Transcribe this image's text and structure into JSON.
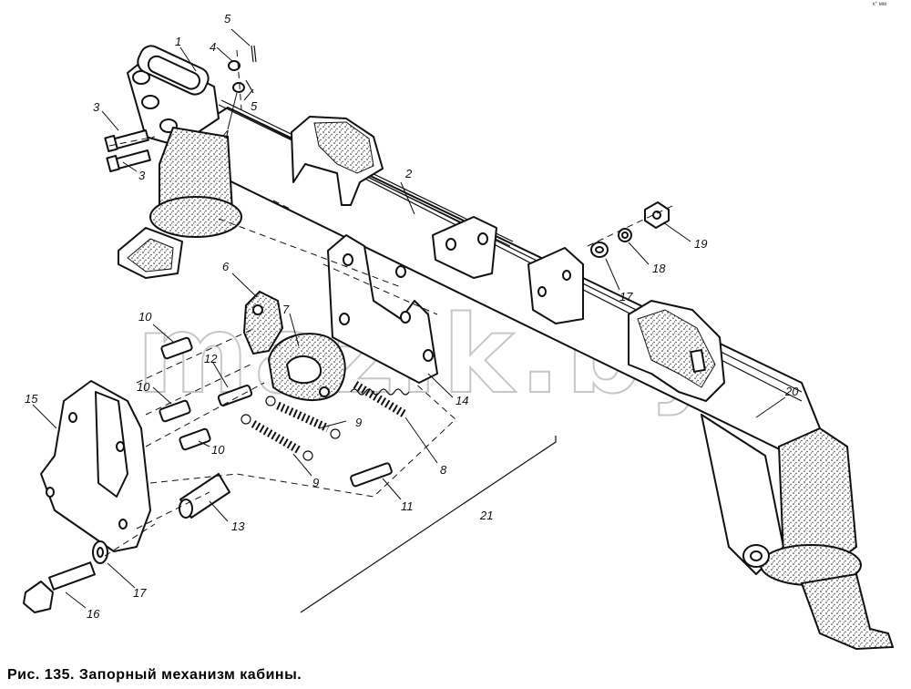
{
  "figure": {
    "caption": "Рис. 135. Запорный механизм кабины.",
    "watermark": "mazik.by",
    "corner_mark": "к° мм"
  },
  "part_labels": [
    "1",
    "2",
    "3",
    "3",
    "4",
    "4",
    "5",
    "5",
    "6",
    "7",
    "8",
    "9",
    "9",
    "10",
    "10",
    "10",
    "11",
    "12",
    "13",
    "14",
    "15",
    "16",
    "17",
    "17",
    "18",
    "19",
    "20",
    "21"
  ]
}
